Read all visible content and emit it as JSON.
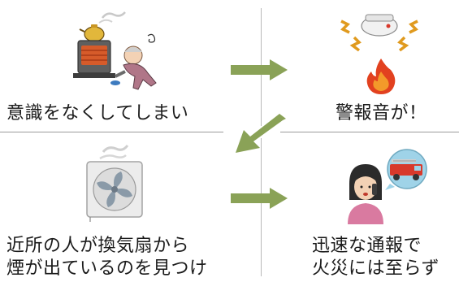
{
  "panels": {
    "top_left": {
      "caption": "意識をなくしてしまい"
    },
    "top_right": {
      "caption": "警報音が！"
    },
    "bottom_left": {
      "caption_line1": "近所の人が換気扇から",
      "caption_line2": "煙が出ているのを見つけ"
    },
    "bottom_right": {
      "caption_line1": "迅速な通報で",
      "caption_line2": "火災には至らず"
    }
  },
  "colors": {
    "arrow": "#8aa257",
    "divider": "#9a9a9a",
    "text": "#1a1a1a"
  },
  "icons": [
    "collapsed-elderly-person-icon",
    "smoke-alarm-icon",
    "fire-icon",
    "ventilation-fan-icon",
    "phone-caller-icon",
    "fire-truck-icon"
  ]
}
